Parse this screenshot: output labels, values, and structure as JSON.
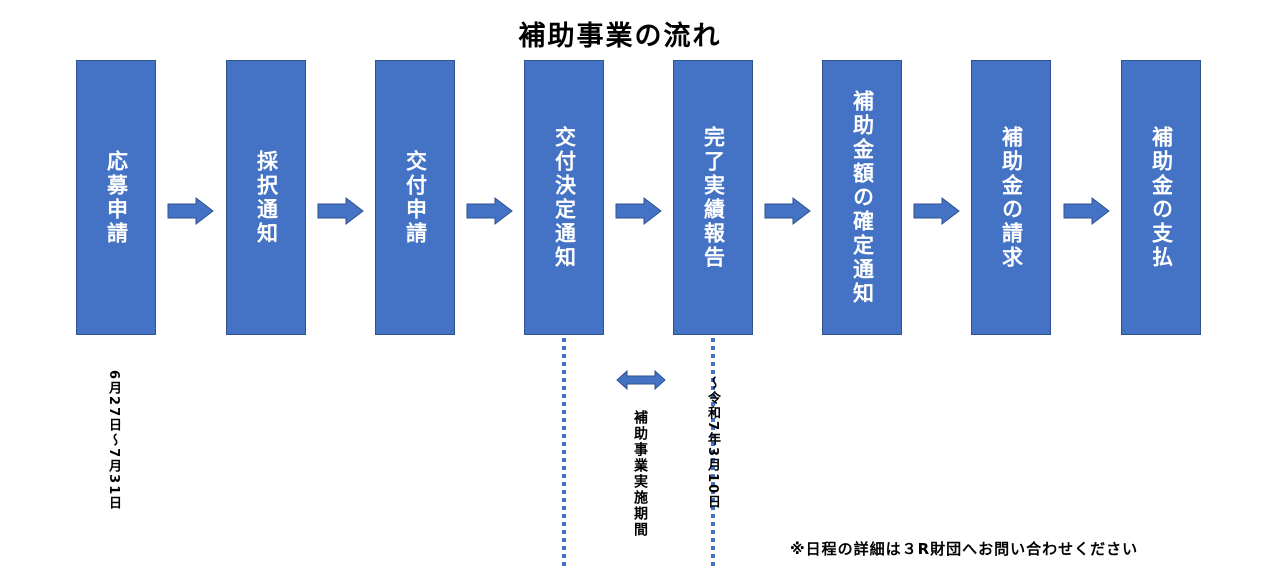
{
  "title": "補助事業の流れ",
  "steps": [
    {
      "label": "応募申請"
    },
    {
      "label": "採択通知"
    },
    {
      "label": "交付申請"
    },
    {
      "label": "交付決定通知"
    },
    {
      "label": "完了実績報告"
    },
    {
      "label": "補助金額の確定通知"
    },
    {
      "label": "補助金の請求"
    },
    {
      "label": "補助金の支払"
    }
  ],
  "application_period": "6月27日～7月31日",
  "implementation_period_label": "補助事業実施期間",
  "deadline": "～令和7年3月10日",
  "note": "※日程の詳細は３R財団へお問い合わせください",
  "colors": {
    "box": "#4472c4",
    "box_border": "#2f528f",
    "arrow": "#4472c4"
  }
}
